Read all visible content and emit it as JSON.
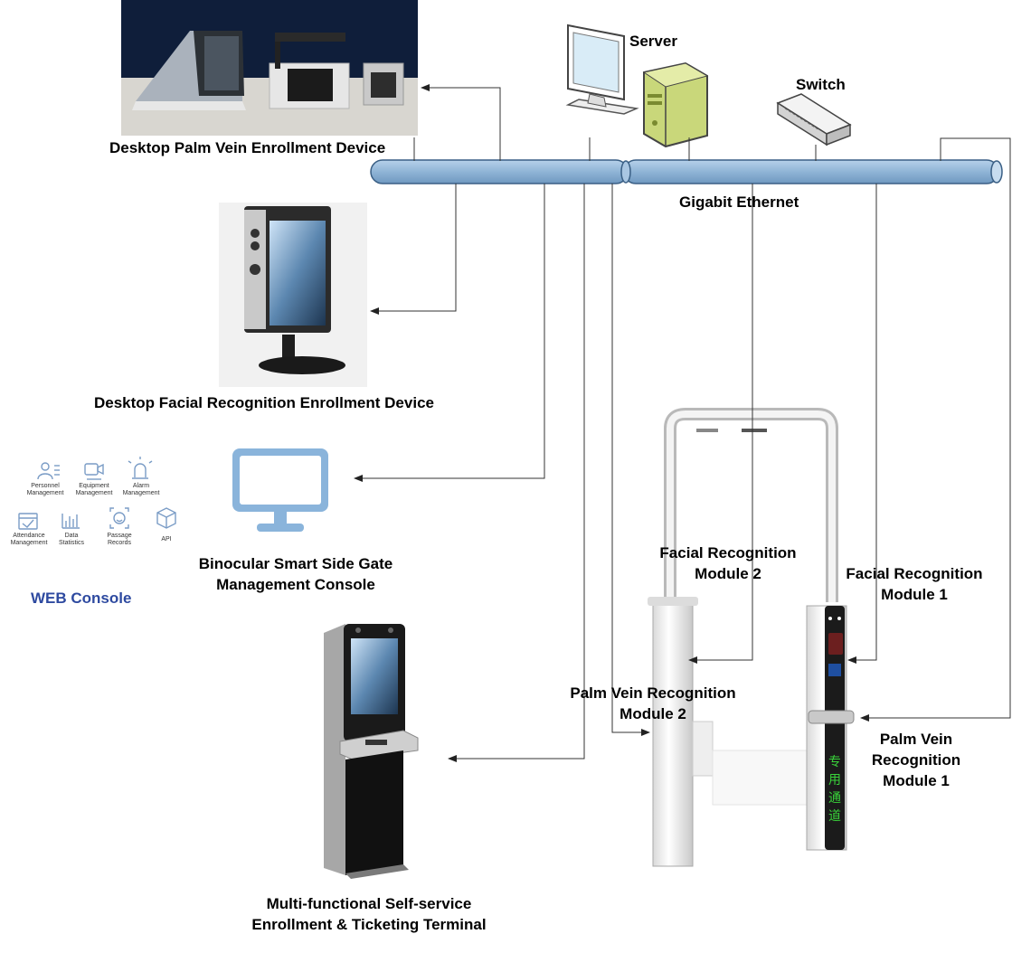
{
  "labels": {
    "server": "Server",
    "switch": "Switch",
    "ethernet": "Gigabit Ethernet",
    "palm_enroll": "Desktop Palm Vein Enrollment Device",
    "face_enroll": "Desktop Facial Recognition Enrollment Device",
    "console_l1": "Binocular Smart Side Gate",
    "console_l2": "Management Console",
    "web_console": "WEB Console",
    "face2_l1": "Facial Recognition",
    "face2_l2": "Module 2",
    "face1_l1": "Facial Recognition",
    "face1_l2": "Module 1",
    "palm2_l1": "Palm Vein Recognition",
    "palm2_l2": "Module 2",
    "palm1_l1": "Palm Vein",
    "palm1_l2": "Recognition",
    "palm1_l3": "Module 1",
    "kiosk_l1": "Multi-functional Self-service",
    "kiosk_l2": "Enrollment & Ticketing Terminal"
  },
  "web_modules": [
    {
      "label1": "Personnel",
      "label2": "Management",
      "icon": "person-list-icon"
    },
    {
      "label1": "Equipment",
      "label2": "Management",
      "icon": "camera-icon"
    },
    {
      "label1": "Alarm",
      "label2": "Management",
      "icon": "alarm-light-icon"
    },
    {
      "label1": "Attendance",
      "label2": "Management",
      "icon": "calendar-check-icon"
    },
    {
      "label1": "Data",
      "label2": "Statistics",
      "icon": "bar-chart-icon"
    },
    {
      "label1": "Passage",
      "label2": "Records",
      "icon": "face-scan-icon"
    },
    {
      "label1": "API",
      "label2": "",
      "icon": "cube-icon"
    }
  ],
  "gate_panel_text": [
    "专",
    "用",
    "通",
    "道"
  ],
  "colors": {
    "pipe_fill": "#8fb4d6",
    "pipe_stroke": "#3a5f85",
    "monitor_blue": "#8ab4db",
    "web_console_text": "#2e4aa0",
    "gate_panel_text": "#39d23a"
  }
}
